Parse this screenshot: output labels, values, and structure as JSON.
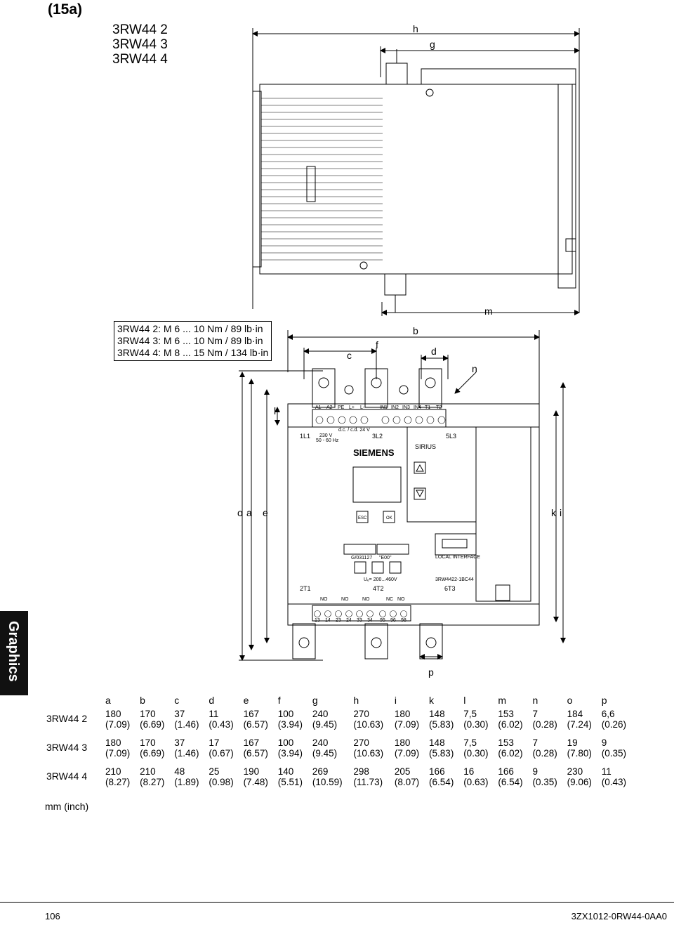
{
  "figure_label": "(15a)",
  "models": [
    "3RW44 2",
    "3RW44 3",
    "3RW44 4"
  ],
  "torque": [
    "3RW44 2: M 6 ... 10 Nm / 89 lb·in",
    "3RW44 3: M 6 ... 10 Nm / 89 lb·in",
    "3RW44 4: M 8 ... 15 Nm / 134 lb·in"
  ],
  "dim_letters": {
    "h": "h",
    "g": "g",
    "m": "m",
    "b": "b",
    "c": "c",
    "f": "f",
    "d": "d",
    "n": "n",
    "l": "l",
    "o": "o",
    "a": "a",
    "e": "e",
    "k": "k",
    "i": "i",
    "p": "p"
  },
  "device": {
    "terminals_top_left": [
      "A1",
      "A2",
      "PE",
      "L+",
      "L-"
    ],
    "terminals_top_right": [
      "IN1",
      "IN2",
      "IN3",
      "IN4",
      "T1",
      "T2"
    ],
    "supply_label": "d.c. / c.d. 24 V",
    "voltage_label": "230 V",
    "freq_label": "50 - 60 Hz",
    "phase_1L1": "1L1",
    "phase_3L2": "3L2",
    "phase_5L3": "5L3",
    "brand": "SIEMENS",
    "product": "SIRIUS",
    "esc": "ESC",
    "ok": "OK",
    "code_left": "G/031127",
    "code_mid": "\"E00\"",
    "local_interface": "LOCAL INTERFACE",
    "voltage_range": "Uₑ= 200...460V",
    "order_no": "3RW4422-1BC44",
    "phase_2T1": "2T1",
    "phase_4T2": "4T2",
    "phase_6T3": "6T3",
    "contacts": [
      "NO",
      "NO",
      "NO",
      "NC",
      "NO"
    ],
    "terminals_bottom": [
      "13",
      "14",
      "23",
      "24",
      "33",
      "34",
      "95",
      "96",
      "98"
    ]
  },
  "table": {
    "columns": [
      "a",
      "b",
      "c",
      "d",
      "e",
      "f",
      "g",
      "h",
      "i",
      "k",
      "l",
      "m",
      "n",
      "o",
      "p"
    ],
    "rows": [
      {
        "model": "3RW44 2",
        "mm": [
          "180",
          "170",
          "37",
          "11",
          "167",
          "100",
          "240",
          "270",
          "180",
          "148",
          "7,5",
          "153",
          "7",
          "184",
          "6,6"
        ],
        "inch": [
          "(7.09)",
          "(6.69)",
          "(1.46)",
          "(0.43)",
          "(6.57)",
          "(3.94)",
          "(9.45)",
          "(10.63)",
          "(7.09)",
          "(5.83)",
          "(0.30)",
          "(6.02)",
          "(0.28)",
          "(7.24)",
          "(0.26)"
        ]
      },
      {
        "model": "3RW44 3",
        "mm": [
          "180",
          "170",
          "37",
          "17",
          "167",
          "100",
          "240",
          "270",
          "180",
          "148",
          "7,5",
          "153",
          "7",
          "19",
          "9"
        ],
        "inch": [
          "(7.09)",
          "(6.69)",
          "(1.46)",
          "(0.67)",
          "(6.57)",
          "(3.94)",
          "(9.45)",
          "(10.63)",
          "(7.09)",
          "(5.83)",
          "(0.30)",
          "(6.02)",
          "(0.28)",
          "(7.80)",
          "(0.35)"
        ]
      },
      {
        "model": "3RW44 4",
        "mm": [
          "210",
          "210",
          "48",
          "25",
          "190",
          "140",
          "269",
          "298",
          "205",
          "166",
          "16",
          "166",
          "9",
          "230",
          "11"
        ],
        "inch": [
          "(8.27)",
          "(8.27)",
          "(1.89)",
          "(0.98)",
          "(7.48)",
          "(5.51)",
          "(10.59)",
          "(11.73)",
          "(8.07)",
          "(6.54)",
          "(0.63)",
          "(6.54)",
          "(0.35)",
          "(9.06)",
          "(0.43)"
        ]
      }
    ],
    "units": "mm (inch)"
  },
  "side_tab": "Graphics",
  "footer": {
    "page": "106",
    "doc_id": "3ZX1012-0RW44-0AA0"
  }
}
